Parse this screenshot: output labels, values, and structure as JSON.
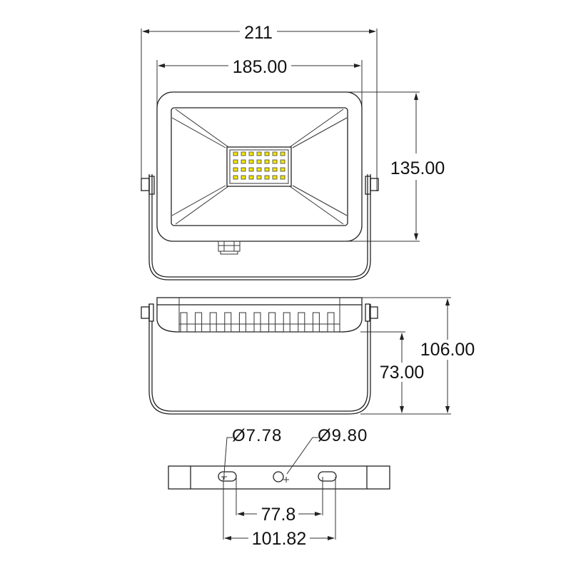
{
  "drawing": {
    "subject": "LED flood light dimension drawing",
    "views": [
      "front",
      "side",
      "mounting-bracket"
    ],
    "colors": {
      "line": "#222222",
      "led": "#f2e600",
      "background": "#ffffff"
    }
  },
  "front_view": {
    "overall_width_label": "211",
    "housing_width_label": "185.00",
    "housing_height_label": "135.00",
    "led_grid": {
      "columns": 7,
      "rows": 4
    }
  },
  "side_view": {
    "overall_depth_label": "106.00",
    "bracket_depth_label": "73.00",
    "fin_count": 11
  },
  "bracket_view": {
    "slot_diameter_label": "Ø7.78",
    "hole_diameter_label": "Ø9.80",
    "inner_slot_spacing_label": "77.8",
    "outer_slot_spacing_label": "101.82"
  }
}
